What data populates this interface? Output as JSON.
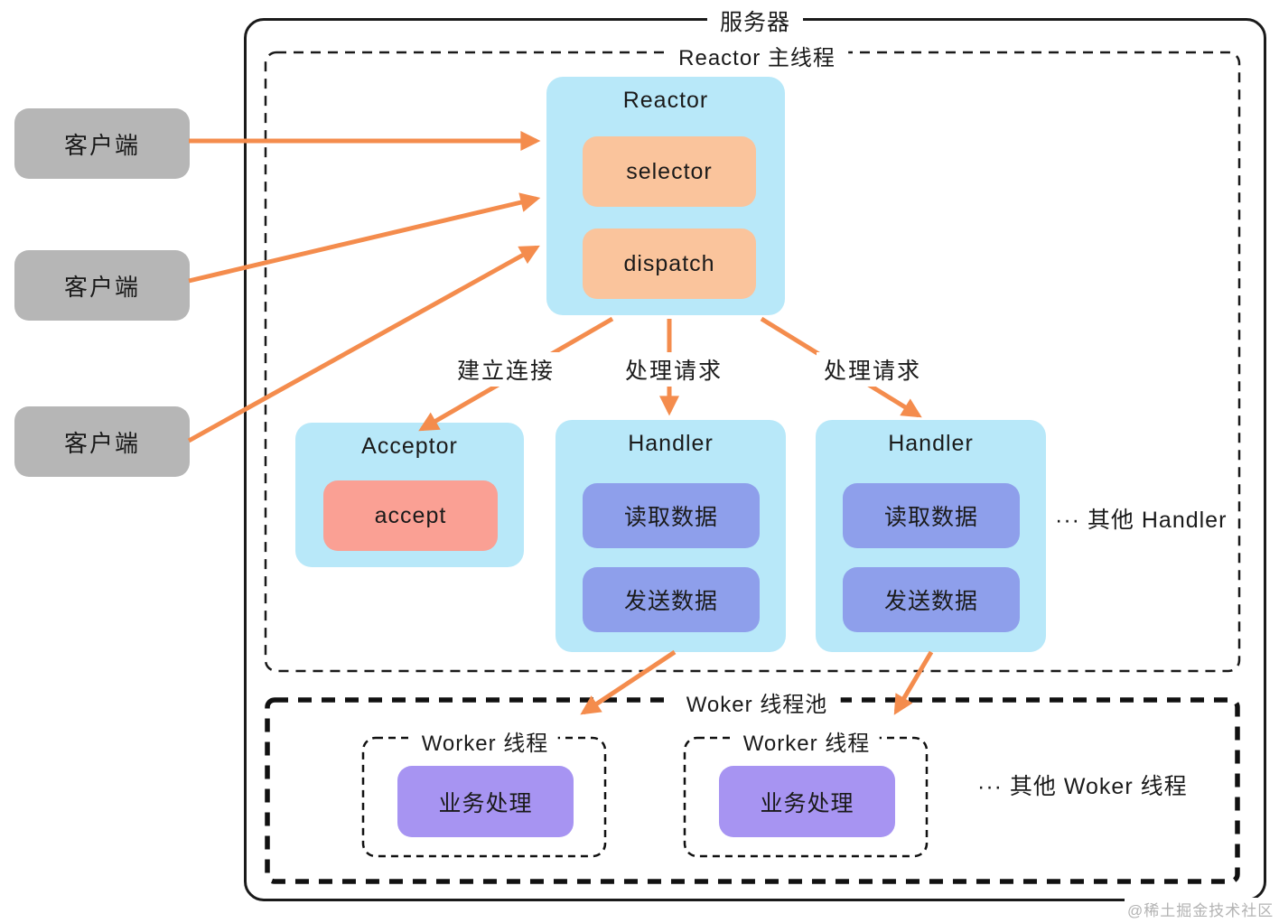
{
  "server": {
    "label": "服务器"
  },
  "reactor_thread": {
    "label": "Reactor 主线程"
  },
  "reactor": {
    "title": "Reactor",
    "selector_label": "selector",
    "dispatch_label": "dispatch"
  },
  "clients": [
    "客户端",
    "客户端",
    "客户端"
  ],
  "edges": {
    "establish_label": "建立连接",
    "handle_label_1": "处理请求",
    "handle_label_2": "处理请求"
  },
  "acceptor": {
    "title": "Acceptor",
    "accept_label": "accept"
  },
  "handlers": [
    {
      "title": "Handler",
      "read_label": "读取数据",
      "send_label": "发送数据"
    },
    {
      "title": "Handler",
      "read_label": "读取数据",
      "send_label": "发送数据"
    }
  ],
  "other_handler_label": "··· 其他 Handler",
  "worker_pool": {
    "label": "Woker 线程池"
  },
  "workers": [
    {
      "title": "Worker 线程",
      "task_label": "业务处理"
    },
    {
      "title": "Worker 线程",
      "task_label": "业务处理"
    }
  ],
  "other_worker_label": "··· 其他 Woker 线程",
  "watermark": "@稀土掘金技术社区",
  "colors": {
    "node_blue": "#B8E8F9",
    "peach": "#FAC49C",
    "salmon": "#FAA094",
    "periwinkle": "#8E9FEB",
    "purple": "#A794F2",
    "client_gray": "#B6B6B6",
    "arrow_orange": "#F48C4D"
  }
}
